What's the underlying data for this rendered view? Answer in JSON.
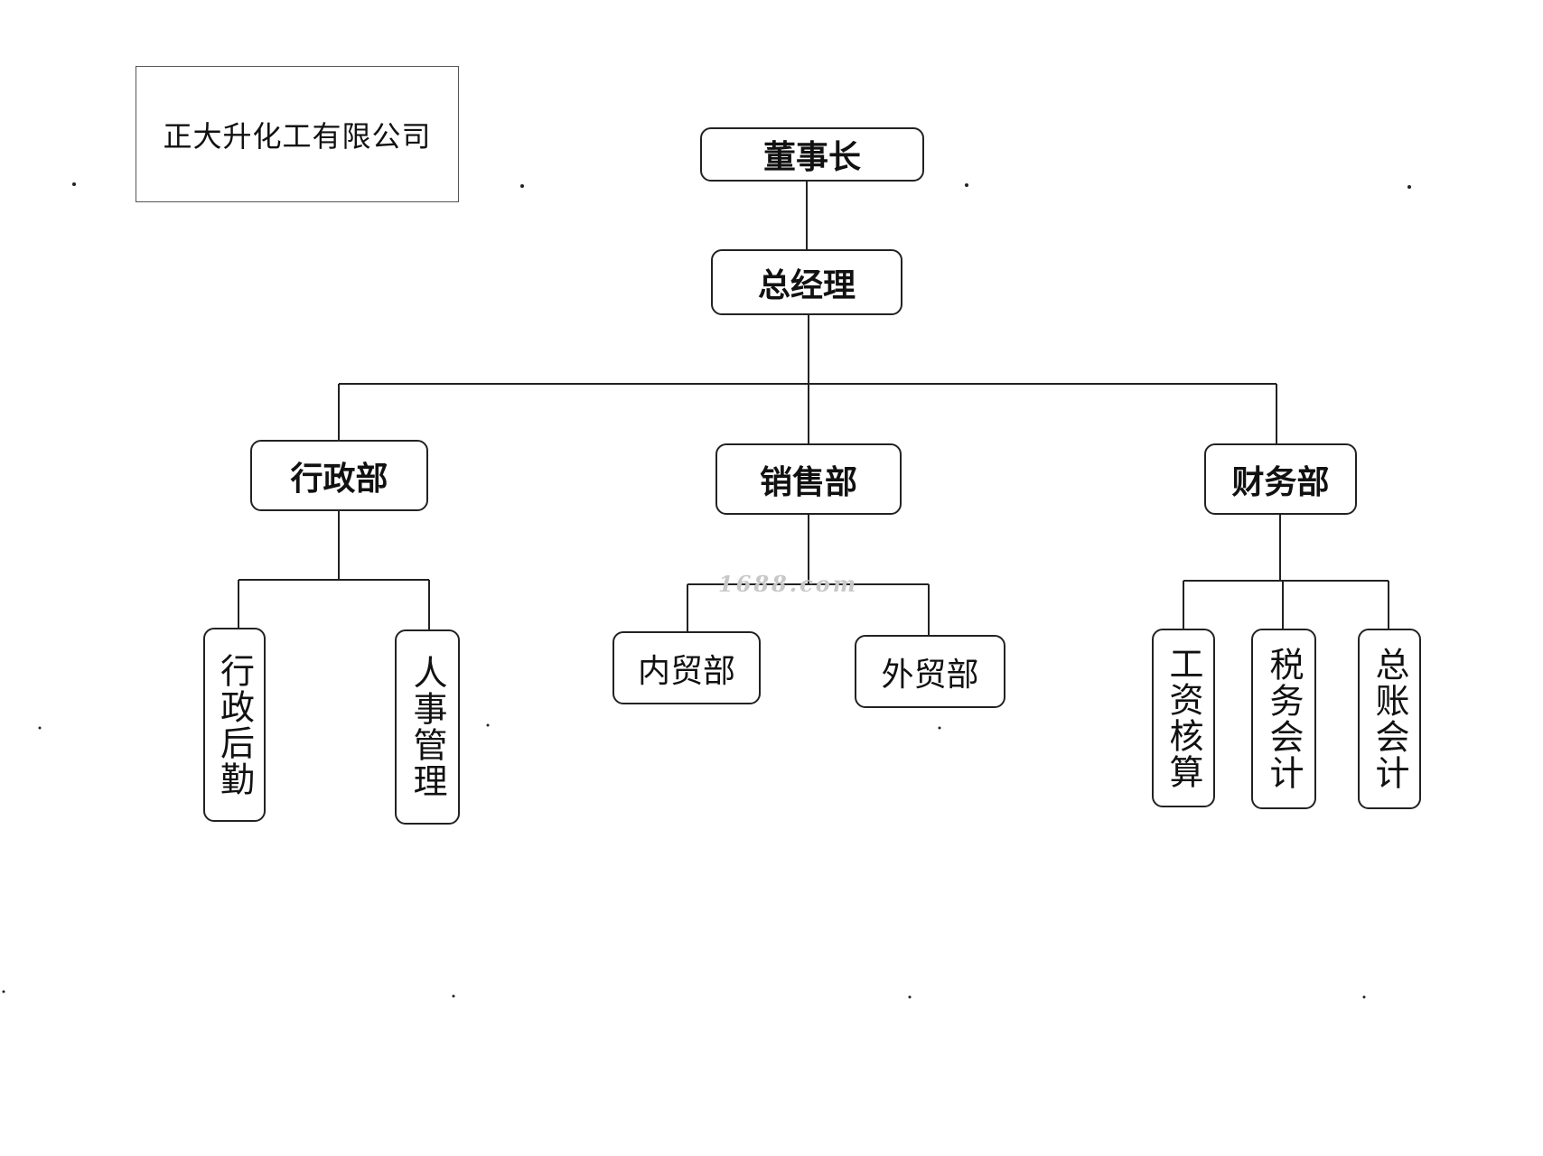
{
  "company": {
    "name": "正大升化工有限公司"
  },
  "watermark": "1688.com",
  "org": {
    "chairman": "董事长",
    "general_manager": "总经理",
    "departments": {
      "admin": {
        "label": "行政部",
        "units": [
          "行政后勤",
          "人事管理"
        ]
      },
      "sales": {
        "label": "销售部",
        "units": [
          "内贸部",
          "外贸部"
        ]
      },
      "finance": {
        "label": "财务部",
        "units": [
          "工资核算",
          "税务会计",
          "总账会计"
        ]
      }
    }
  },
  "colors": {
    "line": "#222222",
    "box_border": "#222222",
    "watermark": "#c8c8c8"
  }
}
